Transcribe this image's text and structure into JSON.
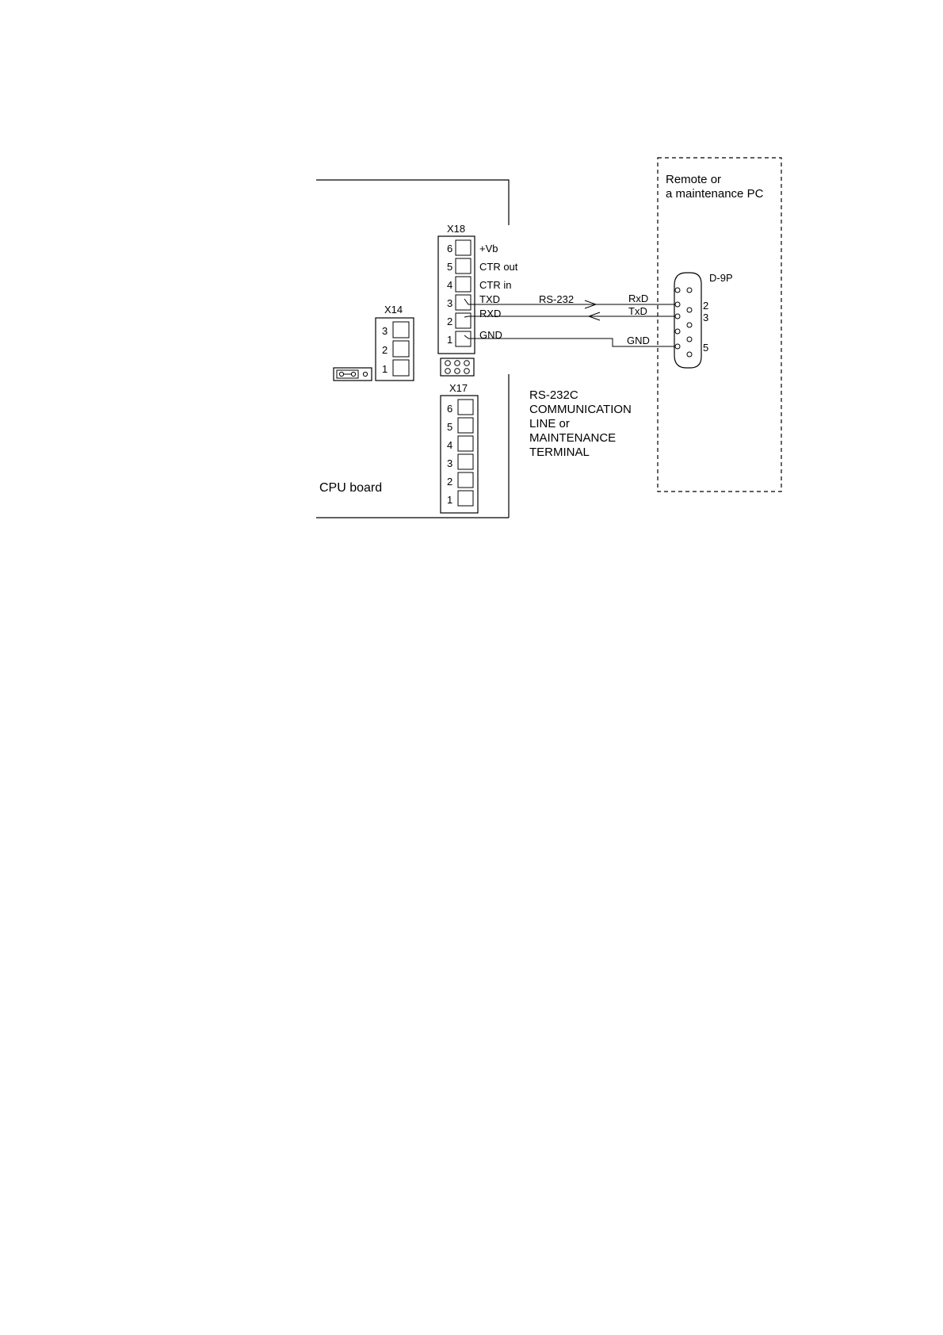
{
  "board": {
    "label": "CPU board"
  },
  "remote": {
    "label_line1": "Remote or",
    "label_line2": "a maintenance PC"
  },
  "x18": {
    "name": "X18",
    "pins": [
      {
        "num": "6",
        "signal": "+Vb"
      },
      {
        "num": "5",
        "signal": "CTR out"
      },
      {
        "num": "4",
        "signal": "CTR in"
      },
      {
        "num": "3",
        "signal": "TXD"
      },
      {
        "num": "2",
        "signal": "RXD"
      },
      {
        "num": "1",
        "signal": "GND"
      }
    ]
  },
  "x14": {
    "name": "X14",
    "pins": [
      "3",
      "2",
      "1"
    ]
  },
  "x17": {
    "name": "X17",
    "pins": [
      "6",
      "5",
      "4",
      "3",
      "2",
      "1"
    ]
  },
  "link": {
    "protocol": "RS-232",
    "description": [
      "RS-232C",
      "COMMUNICATION",
      "LINE or",
      "MAINTENANCE",
      "TERMINAL"
    ]
  },
  "dsub": {
    "name": "D-9P",
    "connections": [
      {
        "signal": "RxD",
        "pin": "2"
      },
      {
        "signal": "TxD",
        "pin": "3"
      },
      {
        "signal": "GND",
        "pin": "5"
      }
    ]
  }
}
